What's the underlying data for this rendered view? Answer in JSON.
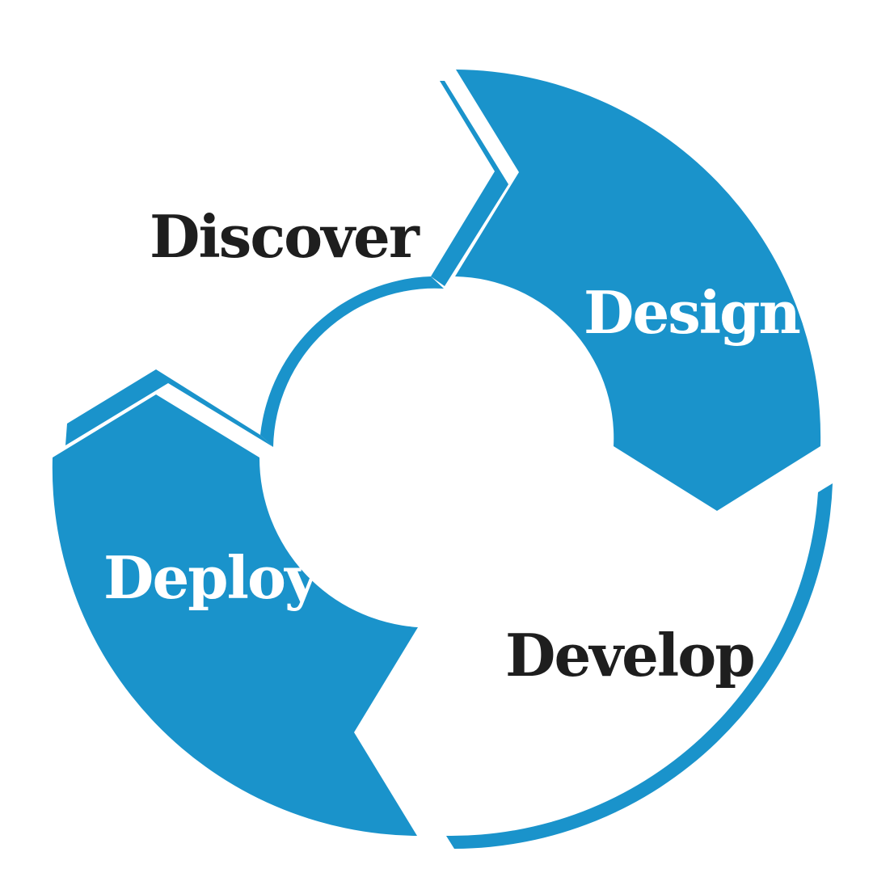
{
  "diagram": {
    "type": "cycle",
    "colors": {
      "accent": "#1a93cb",
      "background": "#ffffff",
      "label_dark": "#1e1e1e",
      "label_light": "#ffffff"
    },
    "stages": [
      {
        "id": "discover",
        "label": "Discover",
        "style": "outline",
        "label_color": "#1e1e1e"
      },
      {
        "id": "design",
        "label": "Design",
        "style": "filled",
        "label_color": "#ffffff"
      },
      {
        "id": "develop",
        "label": "Develop",
        "style": "outline",
        "label_color": "#1e1e1e"
      },
      {
        "id": "deploy",
        "label": "Deploy",
        "style": "filled",
        "label_color": "#ffffff"
      }
    ]
  }
}
